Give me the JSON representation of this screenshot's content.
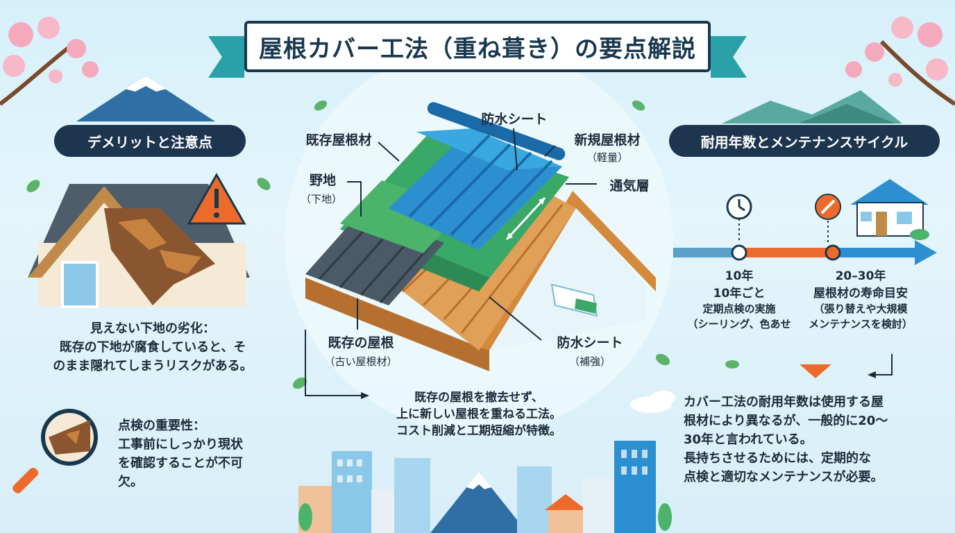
{
  "title": "屋根カバー工法（重ね葺き）の要点解説",
  "left": {
    "header": "デメリットと注意点",
    "point1": {
      "title": "見えない下地の劣化：",
      "body_l1": "既存の下地が腐食していると、そ",
      "body_l2": "のまま隠れてしまうリスクがある。"
    },
    "point2": {
      "title": "点検の重要性：",
      "body_l1": "工事前にしっかり現状",
      "body_l2": "を確認することが不可",
      "body_l3": "欠。"
    }
  },
  "center": {
    "labels": {
      "bousui_top": "防水シート",
      "kizon_yanezai": "既存屋根材",
      "shinki_yanezai": "新規屋根材",
      "shinki_sub": "（軽量）",
      "tsuki": "通気層",
      "noji": "野地",
      "noji_sub": "（下地）",
      "kizon_yane": "既存の屋根",
      "kizon_yane_sub": "（古い屋根材）",
      "bousui_bottom": "防水シート",
      "bousui_bottom_sub": "（補強）"
    },
    "desc_l1": "既存の屋根を撤去せず、",
    "desc_l2": "上に新しい屋根を重ねる工法。",
    "desc_l3": "コスト削減と工期短縮が特徴。"
  },
  "right": {
    "header": "耐用年数とメンテナンスサイクル",
    "timeline": [
      {
        "year": "10年",
        "title": "10年ごと",
        "desc_l1": "定期点検の実施",
        "desc_l2": "（シーリング、色あせ"
      },
      {
        "year": "20–30年",
        "title": "屋根材の寿命目安",
        "desc_l1": "（張り替えや大規模",
        "desc_l2": "メンテナンスを検討）"
      }
    ],
    "summary_l1": "カバー工法の耐用年数は使用する屋",
    "summary_l2": "根材により異なるが、一般的に20〜",
    "summary_l3": "30年と言われている。",
    "summary_l4": "長持ちさせるためには、定期的な",
    "summary_l5": "点検と適切なメンテナンスが必要。"
  },
  "colors": {
    "navy": "#1e3550",
    "teal_ribbon": "#2aa0a8",
    "orange": "#ec6a2c",
    "new_roof_blue": "#2b8fd0",
    "old_roof_gray": "#4a5a66",
    "green_sheet": "#3aa866",
    "wood": "#d48a3c"
  },
  "icons": [
    "clock-icon",
    "wrench-icon",
    "warning-icon",
    "magnifier-icon",
    "house-icon"
  ]
}
